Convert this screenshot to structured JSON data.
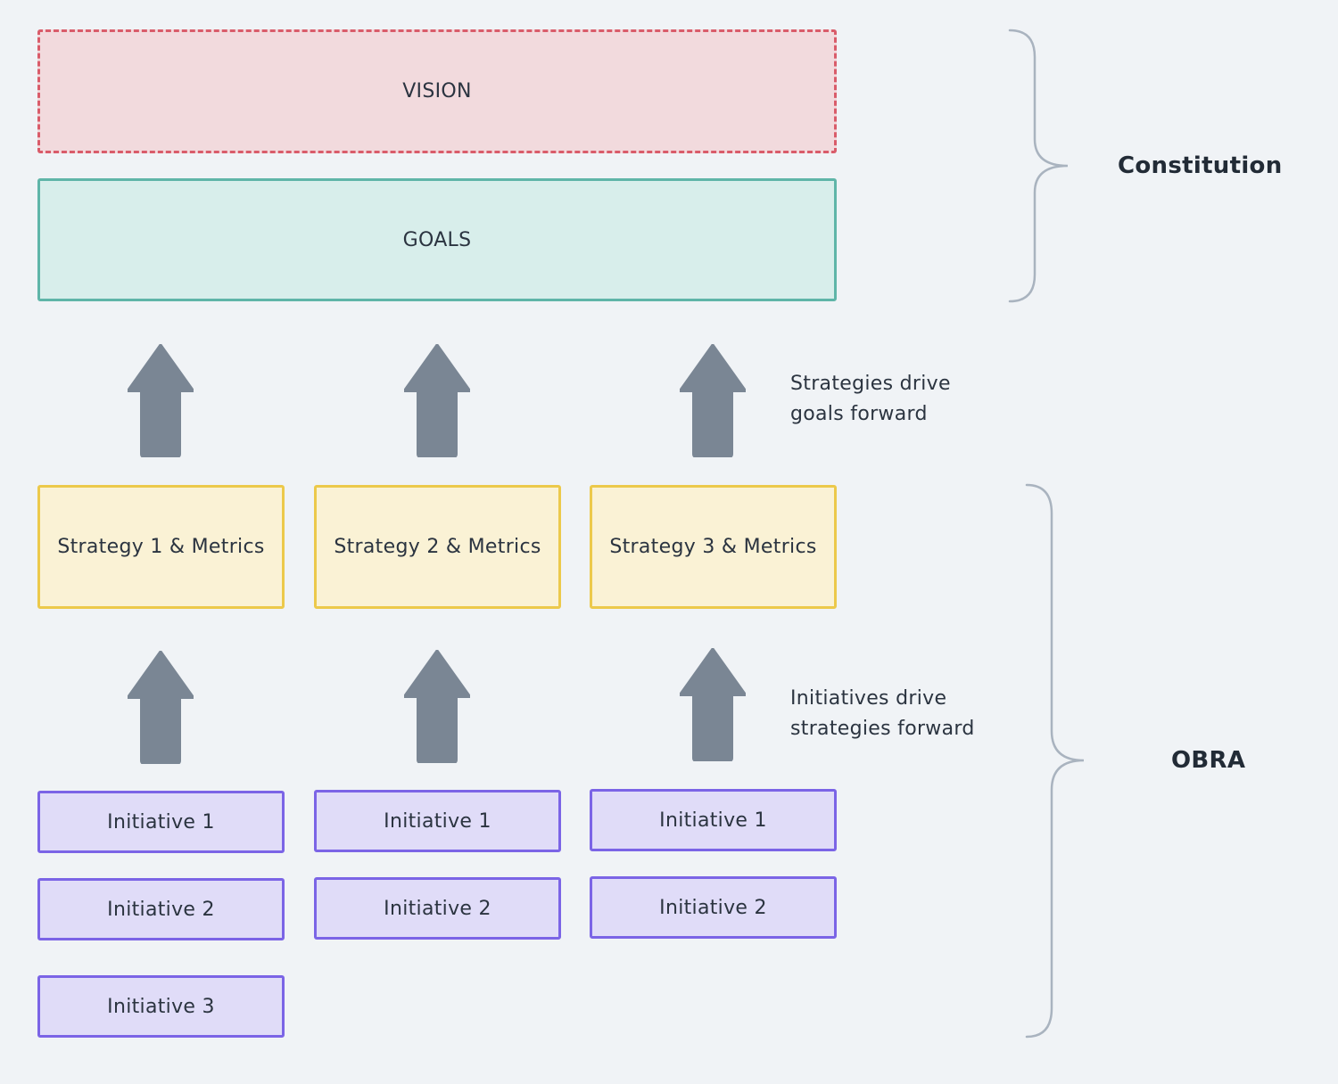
{
  "vision": {
    "label": "VISION"
  },
  "goals": {
    "label": "GOALS"
  },
  "strategies": [
    {
      "label": "Strategy 1 & Metrics"
    },
    {
      "label": "Strategy 2 & Metrics"
    },
    {
      "label": "Strategy 3 & Metrics"
    }
  ],
  "initiatives": {
    "column1": [
      "Initiative 1",
      "Initiative 2",
      "Initiative 3"
    ],
    "column2": [
      "Initiative 1",
      "Initiative 2"
    ],
    "column3": [
      "Initiative 1",
      "Initiative 2"
    ]
  },
  "annotations": {
    "strategies_drive": [
      "Strategies drive",
      "goals forward"
    ],
    "initiatives_drive": [
      "Initiatives drive",
      "strategies forward"
    ]
  },
  "groups": {
    "constitution": "Constitution",
    "obra": "OBRA"
  },
  "colors": {
    "background": "#f0f3f6",
    "vision_fill": "#f2dadd",
    "vision_border": "#d95c6a",
    "goals_fill": "#d8eeeb",
    "goals_border": "#5fb5a8",
    "strategy_fill": "#faf2d5",
    "strategy_border": "#ecc94b",
    "initiative_fill": "#e0dcf8",
    "initiative_border": "#7b64e6",
    "arrow": "#7a8694",
    "brace": "#a9b3bf"
  }
}
